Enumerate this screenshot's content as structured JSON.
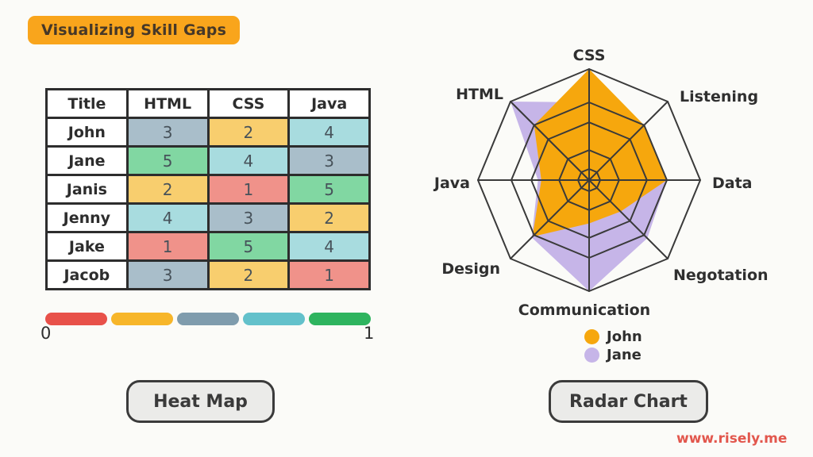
{
  "title_badge": {
    "label": "Visualizing Skill Gaps",
    "bg_color": "#f9a51c",
    "text_color": "#463828"
  },
  "watermark": {
    "text": "www.risely.me",
    "color": "#e2574d"
  },
  "chart_data": [
    {
      "type": "heatmap",
      "title": "Heat Map",
      "columns": [
        "Title",
        "HTML",
        "CSS",
        "Java"
      ],
      "rows": [
        "John",
        "Jane",
        "Janis",
        "Jenny",
        "Jake",
        "Jacob"
      ],
      "values": [
        [
          3,
          2,
          4
        ],
        [
          5,
          4,
          3
        ],
        [
          2,
          1,
          5
        ],
        [
          4,
          3,
          2
        ],
        [
          1,
          5,
          4
        ],
        [
          3,
          2,
          1
        ]
      ],
      "value_range": [
        1,
        5
      ],
      "color_scale": {
        "min_label": "0",
        "max_label": "1",
        "legend_pill_colors": [
          "#e8514a",
          "#f7b62a",
          "#7f9cad",
          "#63c1cb",
          "#2eb45f"
        ],
        "value_fill": {
          "1": "#f0928a",
          "2": "#f8ce6e",
          "3": "#a9beca",
          "4": "#a8dcdf",
          "5": "#81d7a2"
        }
      }
    },
    {
      "type": "radar",
      "title": "Radar Chart",
      "axes": [
        "CSS",
        "Listening",
        "Data",
        "Negotation",
        "Communication",
        "Design",
        "Java",
        "HTML"
      ],
      "axis_max": 1,
      "ring_fractions": [
        0.1,
        0.27,
        0.52,
        0.7,
        1.0
      ],
      "grid_color": "#3a3a3a",
      "legend_position": "bottom",
      "series": [
        {
          "name": "John",
          "color": "#f6a70d",
          "values": [
            1.0,
            0.7,
            0.7,
            0.4,
            0.39,
            0.72,
            0.43,
            0.7
          ]
        },
        {
          "name": "Jane",
          "color": "#c6b5e8",
          "values": [
            0.7,
            0.6,
            0.7,
            0.74,
            1.0,
            0.73,
            0.46,
            1.0
          ]
        }
      ]
    }
  ]
}
